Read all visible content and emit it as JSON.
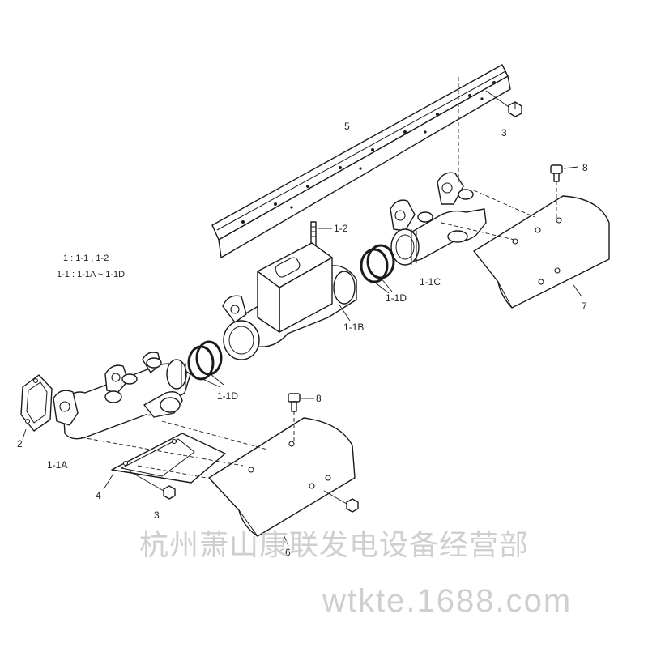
{
  "legend": {
    "line1": "1  : 1-1 , 1-2",
    "line2": "1-1  : 1-1A ~ 1-1D"
  },
  "callouts": {
    "c5": "5",
    "c3_top": "3",
    "c8_top": "8",
    "c1_2": "1-2",
    "c1_1c": "1-1C",
    "c1_1d_right": "1-1D",
    "c1_1b": "1-1B",
    "c7": "7",
    "c1_1d_left": "1-1D",
    "c2": "2",
    "c1_1a": "1-1A",
    "c8_bottom": "8",
    "c4": "4",
    "c3_bottom": "3",
    "c6": "6"
  },
  "watermark": {
    "company": "杭州萧山康联发电设备经营部",
    "url": "wtkte.1688.com"
  }
}
